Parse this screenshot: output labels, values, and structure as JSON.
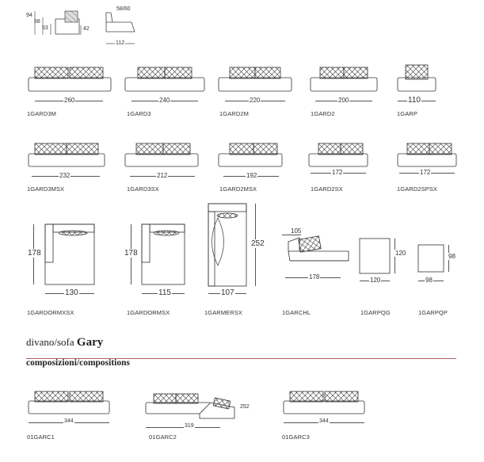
{
  "side_view": {
    "h1": "94",
    "h2": "68",
    "h3": "53",
    "h4": "42",
    "depth": "58/60",
    "width": "112"
  },
  "row1": [
    {
      "dim": "260",
      "code": "1GARD3M"
    },
    {
      "dim": "240",
      "code": "1GARD3"
    },
    {
      "dim": "220",
      "code": "1GARD2M"
    },
    {
      "dim": "200",
      "code": "1GARD2"
    },
    {
      "dim": "110",
      "code": "1GARP"
    }
  ],
  "row2": [
    {
      "dim": "232",
      "code": "1GARD3MSX"
    },
    {
      "dim": "212",
      "code": "1GARD3SX"
    },
    {
      "dim": "192",
      "code": "1GARD2MSX"
    },
    {
      "dim": "172",
      "code": "1GARD2SX"
    },
    {
      "dim": "172",
      "code": "1GARD2SPSX"
    }
  ],
  "row3": {
    "mxsx": {
      "h": "178",
      "w": "130",
      "code": "1GARDORMXSX"
    },
    "msx": {
      "h": "178",
      "w": "115",
      "code": "1GARDORMSX"
    },
    "mersx": {
      "h": "252",
      "w": "107",
      "code": "1GARMERSX"
    },
    "chl": {
      "top": "105",
      "w": "178",
      "code": "1GARCHL"
    },
    "pqg": {
      "h": "120",
      "w": "120",
      "code": "1GARPQG"
    },
    "pqp": {
      "h": "98",
      "w": "98",
      "code": "1GARPQP"
    }
  },
  "heading": {
    "prefix": "divano/sofa ",
    "name": "Gary",
    "sub": "composizioni/compositions"
  },
  "compositions": [
    {
      "dim": "344",
      "code": "01GARC1"
    },
    {
      "dim": "319",
      "depth": "252",
      "code": "01GARC2"
    },
    {
      "dim": "344",
      "code": "01GARC3"
    }
  ]
}
